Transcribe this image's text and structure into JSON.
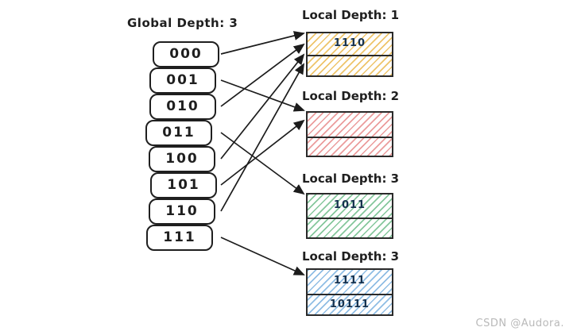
{
  "directory": {
    "label": "Global Depth: 3",
    "entries": [
      "000",
      "001",
      "010",
      "011",
      "100",
      "101",
      "110",
      "111"
    ]
  },
  "buckets": [
    {
      "label": "Local Depth: 1",
      "color_name": "yellow",
      "hatch_color": "#eec46a",
      "slots": [
        "1110",
        ""
      ]
    },
    {
      "label": "Local Depth: 2",
      "color_name": "red",
      "hatch_color": "#eb9c9c",
      "slots": [
        "",
        ""
      ]
    },
    {
      "label": "Local Depth: 3",
      "color_name": "green",
      "hatch_color": "#85c79c",
      "slots": [
        "1011",
        ""
      ]
    },
    {
      "label": "Local Depth: 3",
      "color_name": "blue",
      "hatch_color": "#8fbde4",
      "slots": [
        "1111",
        "10111"
      ]
    }
  ],
  "arrows": [
    {
      "from": "000",
      "to_bucket": 0
    },
    {
      "from": "001",
      "to_bucket": 1
    },
    {
      "from": "010",
      "to_bucket": 0
    },
    {
      "from": "011",
      "to_bucket": 2
    },
    {
      "from": "100",
      "to_bucket": 0
    },
    {
      "from": "101",
      "to_bucket": 1
    },
    {
      "from": "110",
      "to_bucket": 0
    },
    {
      "from": "111",
      "to_bucket": 3
    }
  ],
  "colors": {
    "ink": "#1f1f1f",
    "watermark_text": "#b9b9b9"
  },
  "watermark": "CSDN @Audora."
}
